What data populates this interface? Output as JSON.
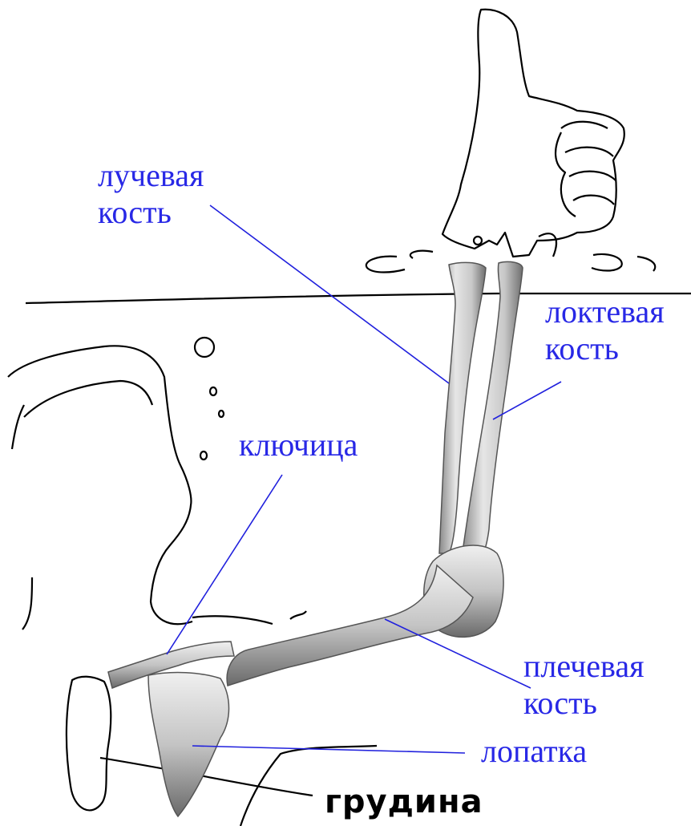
{
  "labels": {
    "radius": {
      "line1": "лучевая",
      "line2": "кость"
    },
    "ulna": {
      "line1": "локтевая",
      "line2": "кость"
    },
    "clavicle": {
      "line1": "ключица"
    },
    "humerus": {
      "line1": "плечевая",
      "line2": "кость"
    },
    "scapula": {
      "line1": "лопатка"
    },
    "sternum": {
      "line1": "грудина"
    }
  },
  "colors": {
    "label_text": "#2828e6",
    "leader_line": "#2020dd",
    "bone_fill": "#d8d8d8",
    "bone_shadow": "#7a7a7a",
    "outline": "#000000"
  }
}
